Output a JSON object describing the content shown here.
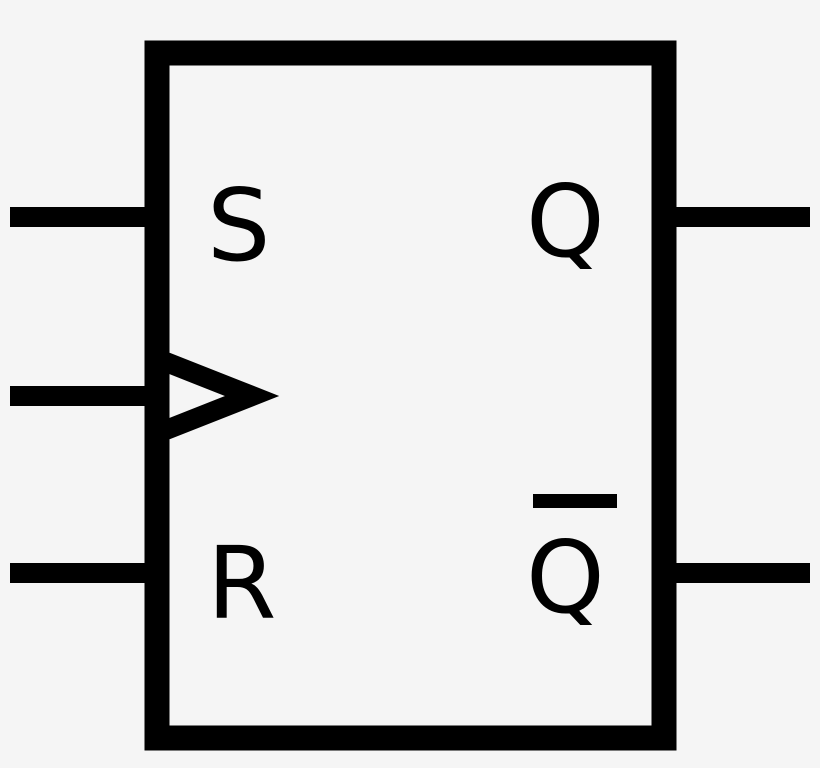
{
  "diagram": {
    "type": "SR flip-flop symbol",
    "inputs": {
      "set_label": "S",
      "reset_label": "R",
      "clock": "clock-triangle"
    },
    "outputs": {
      "q_label": "Q",
      "q_bar_label": "Q"
    },
    "colors": {
      "stroke": "#000000",
      "background": "#f5f5f5"
    }
  }
}
